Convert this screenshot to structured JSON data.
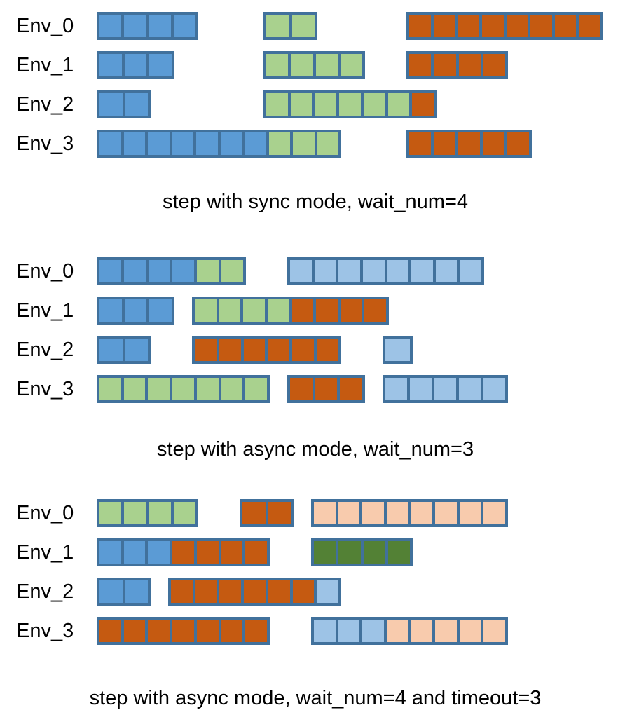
{
  "colors": {
    "frame": "#41719C",
    "blue": "#5B9BD5",
    "green": "#A9D18E",
    "orange": "#C55A11",
    "light_blue": "#9DC3E6",
    "light_orange": "#F8CBAD",
    "dark_green": "#538135",
    "text": "#000000",
    "background": "#FFFFFF"
  },
  "panels": [
    {
      "caption": "step with sync mode, wait_num=4",
      "rows": [
        {
          "label": "Env_0",
          "blocks": [
            {
              "start": 0,
              "cells": [
                "blue",
                "blue",
                "blue",
                "blue"
              ]
            },
            {
              "start": 7,
              "cells": [
                "green",
                "green"
              ]
            },
            {
              "start": 13,
              "cells": [
                "orange",
                "orange",
                "orange",
                "orange",
                "orange",
                "orange",
                "orange",
                "orange"
              ]
            }
          ]
        },
        {
          "label": "Env_1",
          "blocks": [
            {
              "start": 0,
              "cells": [
                "blue",
                "blue",
                "blue"
              ]
            },
            {
              "start": 7,
              "cells": [
                "green",
                "green",
                "green",
                "green"
              ]
            },
            {
              "start": 13,
              "cells": [
                "orange",
                "orange",
                "orange",
                "orange"
              ]
            }
          ]
        },
        {
          "label": "Env_2",
          "blocks": [
            {
              "start": 0,
              "cells": [
                "blue",
                "blue"
              ]
            },
            {
              "start": 7,
              "cells": [
                "green",
                "green",
                "green",
                "green",
                "green",
                "green",
                "orange"
              ]
            }
          ]
        },
        {
          "label": "Env_3",
          "blocks": [
            {
              "start": 0,
              "cells": [
                "blue",
                "blue",
                "blue",
                "blue",
                "blue",
                "blue",
                "blue",
                "green",
                "green",
                "green"
              ]
            },
            {
              "start": 13,
              "cells": [
                "orange",
                "orange",
                "orange",
                "orange",
                "orange"
              ]
            }
          ]
        }
      ]
    },
    {
      "caption": "step with async mode, wait_num=3",
      "rows": [
        {
          "label": "Env_0",
          "blocks": [
            {
              "start": 0,
              "cells": [
                "blue",
                "blue",
                "blue",
                "blue",
                "green",
                "green"
              ]
            },
            {
              "start": 8,
              "cells": [
                "light_blue",
                "light_blue",
                "light_blue",
                "light_blue",
                "light_blue",
                "light_blue",
                "light_blue",
                "light_blue"
              ]
            }
          ]
        },
        {
          "label": "Env_1",
          "blocks": [
            {
              "start": 0,
              "cells": [
                "blue",
                "blue",
                "blue"
              ]
            },
            {
              "start": 4,
              "cells": [
                "green",
                "green",
                "green",
                "green",
                "orange",
                "orange",
                "orange",
                "orange"
              ]
            }
          ]
        },
        {
          "label": "Env_2",
          "blocks": [
            {
              "start": 0,
              "cells": [
                "blue",
                "blue"
              ]
            },
            {
              "start": 4,
              "cells": [
                "orange",
                "orange",
                "orange",
                "orange",
                "orange",
                "orange"
              ]
            },
            {
              "start": 12,
              "cells": [
                "light_blue"
              ]
            }
          ]
        },
        {
          "label": "Env_3",
          "blocks": [
            {
              "start": 0,
              "cells": [
                "green",
                "green",
                "green",
                "green",
                "green",
                "green",
                "green"
              ]
            },
            {
              "start": 8,
              "cells": [
                "orange",
                "orange",
                "orange"
              ]
            },
            {
              "start": 12,
              "cells": [
                "light_blue",
                "light_blue",
                "light_blue",
                "light_blue",
                "light_blue"
              ]
            }
          ]
        }
      ]
    },
    {
      "caption": "step with async mode, wait_num=4 and timeout=3",
      "rows": [
        {
          "label": "Env_0",
          "blocks": [
            {
              "start": 0,
              "cells": [
                "green",
                "green",
                "green",
                "green"
              ]
            },
            {
              "start": 6,
              "cells": [
                "orange",
                "orange"
              ]
            },
            {
              "start": 9,
              "cells": [
                "light_orange",
                "light_orange",
                "light_orange",
                "light_orange",
                "light_orange",
                "light_orange",
                "light_orange",
                "light_orange"
              ]
            }
          ]
        },
        {
          "label": "Env_1",
          "blocks": [
            {
              "start": 0,
              "cells": [
                "blue",
                "blue",
                "blue",
                "orange",
                "orange",
                "orange",
                "orange"
              ]
            },
            {
              "start": 9,
              "cells": [
                "dark_green",
                "dark_green",
                "dark_green",
                "dark_green"
              ]
            }
          ]
        },
        {
          "label": "Env_2",
          "blocks": [
            {
              "start": 0,
              "cells": [
                "blue",
                "blue"
              ]
            },
            {
              "start": 3,
              "cells": [
                "orange",
                "orange",
                "orange",
                "orange",
                "orange",
                "orange",
                "light_blue"
              ]
            }
          ]
        },
        {
          "label": "Env_3",
          "blocks": [
            {
              "start": 0,
              "cells": [
                "orange",
                "orange",
                "orange",
                "orange",
                "orange",
                "orange",
                "orange"
              ]
            },
            {
              "start": 9,
              "cells": [
                "light_blue",
                "light_blue",
                "light_blue",
                "light_orange",
                "light_orange",
                "light_orange",
                "light_orange",
                "light_orange"
              ]
            }
          ]
        }
      ]
    }
  ]
}
